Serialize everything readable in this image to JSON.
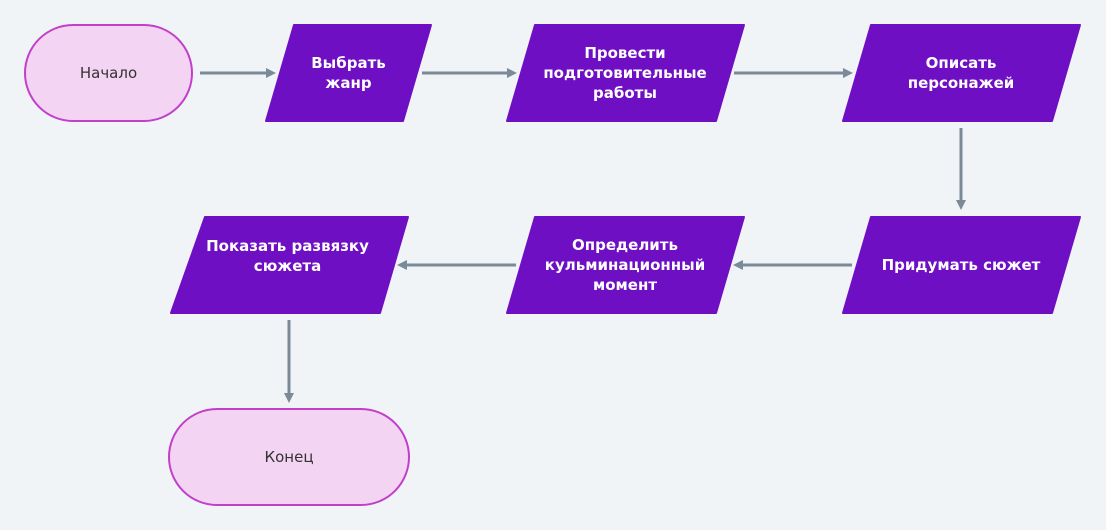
{
  "colors": {
    "background": "#f0f4f7",
    "terminal_fill": "#f3d4f3",
    "terminal_stroke": "#c13fcb",
    "process_fill": "#6f0fc4",
    "connector": "#7b8a97"
  },
  "nodes": {
    "start": {
      "label": "Начало"
    },
    "choose_genre": {
      "label": "Выбрать\nжанр"
    },
    "preparation": {
      "label": "Провести\nподготовительные\nработы"
    },
    "describe_characters": {
      "label": "Описать\nперсонажей"
    },
    "invent_plot": {
      "label": "Придумать сюжет"
    },
    "climax": {
      "label": "Определить\nкульминационный\nмомент"
    },
    "denouement": {
      "label": "Показать развязку\nсюжета"
    },
    "end": {
      "label": "Конец"
    }
  }
}
